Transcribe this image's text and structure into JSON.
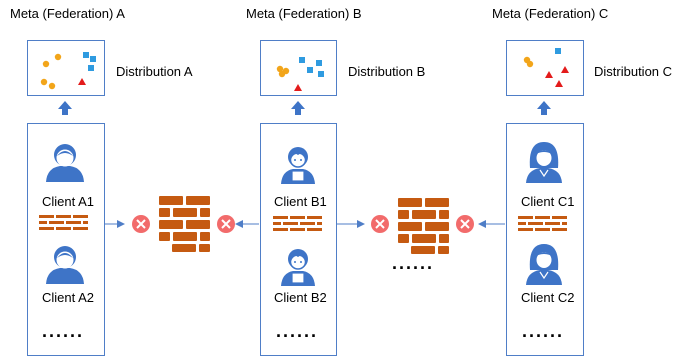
{
  "federations": [
    {
      "title": "Meta (Federation) A",
      "distribution_label": "Distribution A",
      "clients": [
        "Client A1",
        "Client A2"
      ],
      "more": "......"
    },
    {
      "title": "Meta (Federation) B",
      "distribution_label": "Distribution B",
      "clients": [
        "Client B1",
        "Client B2"
      ],
      "more": "......"
    },
    {
      "title": "Meta (Federation) C",
      "distribution_label": "Distribution C",
      "clients": [
        "Client C1",
        "Client C2"
      ],
      "more": "......"
    }
  ],
  "between_more": "......",
  "icons": {
    "avatar_a": "male-user-icon",
    "avatar_b": "boy-user-icon",
    "avatar_c": "female-user-icon",
    "wall": "brick-wall-icon",
    "blocked": "blocked-x-icon",
    "upload": "up-arrow-icon"
  },
  "colors": {
    "box_border": "#4f7ec7",
    "avatar": "#3e74c7",
    "brick": "#c55a11",
    "blocked": "#f26b6b",
    "dot_orange": "#f2a51a",
    "square_blue": "#2f9be0",
    "triangle_red": "#e31b1b"
  }
}
